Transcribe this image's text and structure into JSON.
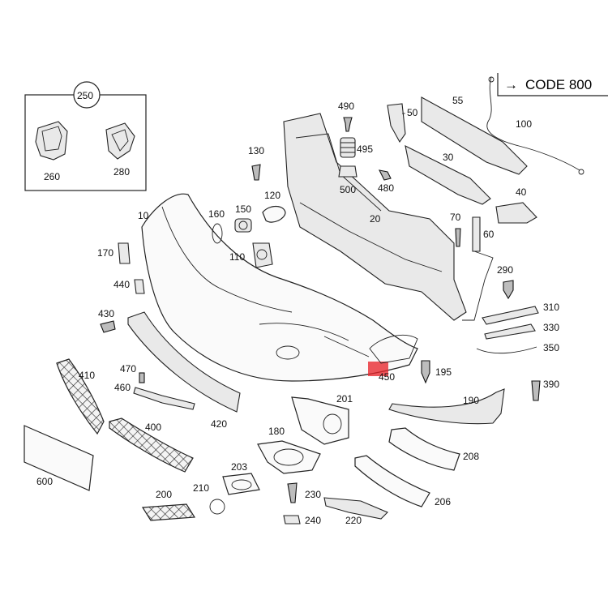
{
  "header": {
    "code_label": "CODE 800",
    "arrow_glyph": "→"
  },
  "inset": {
    "label": "250",
    "items": [
      "260",
      "280"
    ]
  },
  "callouts": {
    "c10": "10",
    "c20": "20",
    "c30": "30",
    "c40": "40",
    "c50": "50",
    "c55": "55",
    "c60": "60",
    "c70": "70",
    "c100": "100",
    "c110": "110",
    "c120": "120",
    "c130": "130",
    "c150": "150",
    "c160": "160",
    "c170": "170",
    "c180": "180",
    "c190": "190",
    "c195": "195",
    "c200": "200",
    "c201": "201",
    "c203": "203",
    "c206": "206",
    "c208": "208",
    "c210": "210",
    "c220": "220",
    "c230": "230",
    "c240": "240",
    "c290": "290",
    "c310": "310",
    "c330": "330",
    "c350": "350",
    "c390": "390",
    "c400": "400",
    "c410": "410",
    "c420": "420",
    "c430": "430",
    "c440": "440",
    "c450": "450",
    "c460": "460",
    "c470": "470",
    "c480": "480",
    "c490": "490",
    "c495": "495",
    "c500": "500",
    "c600": "600"
  },
  "highlight": {
    "part": "450",
    "color": "#e8252b"
  },
  "colors": {
    "line": "#222222",
    "background": "#ffffff"
  }
}
